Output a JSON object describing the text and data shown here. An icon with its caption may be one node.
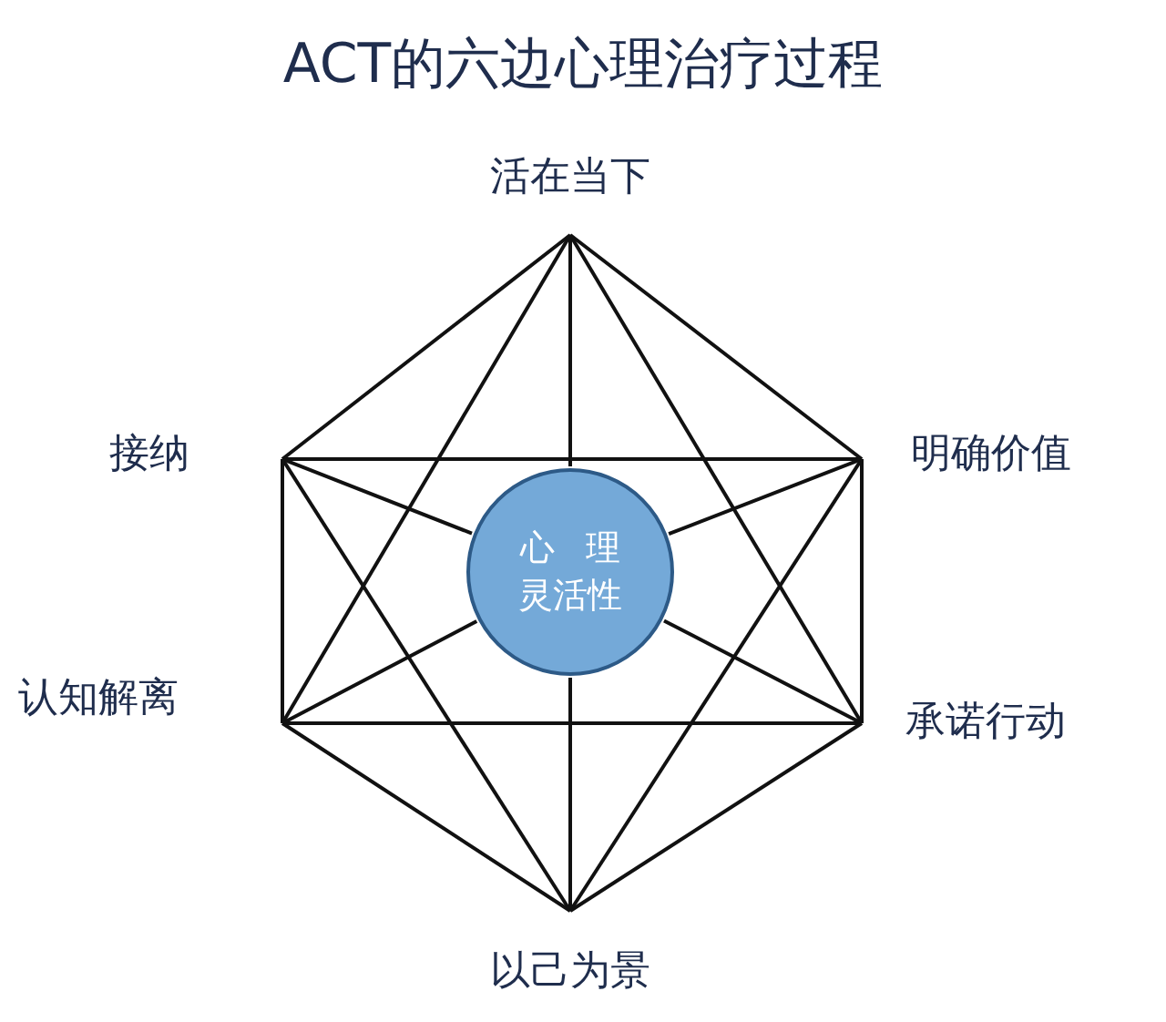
{
  "diagram": {
    "title": "ACT的六边心理治疗过程",
    "nodes": [
      {
        "text": [
          "活在当下"
        ]
      },
      {
        "text": [
          "接纳"
        ]
      },
      {
        "text": [
          "明确价值"
        ]
      },
      {
        "text": [
          "认知解离"
        ]
      },
      {
        "text": [
          "承诺行动"
        ]
      },
      {
        "text": [
          "以己为景"
        ]
      },
      {
        "text": [
          "心 理灵活性"
        ]
      }
    ],
    "edges": [
      {
        "from": 0,
        "to": 2,
        "arrow": "none"
      },
      {
        "from": 2,
        "to": 4,
        "arrow": "none"
      },
      {
        "from": 4,
        "to": 5,
        "arrow": "none"
      },
      {
        "from": 5,
        "to": 3,
        "arrow": "none"
      },
      {
        "from": 3,
        "to": 1,
        "arrow": "none"
      },
      {
        "from": 1,
        "to": 0,
        "arrow": "none"
      },
      {
        "from": 0,
        "to": 3,
        "arrow": "none"
      },
      {
        "from": 0,
        "to": 4,
        "arrow": "none"
      },
      {
        "from": 1,
        "to": 2,
        "arrow": "none"
      },
      {
        "from": 1,
        "to": 5,
        "arrow": "none"
      },
      {
        "from": 2,
        "to": 5,
        "arrow": "none"
      },
      {
        "from": 3,
        "to": 4,
        "arrow": "none"
      },
      {
        "from": 0,
        "to": 6,
        "arrow": "none"
      },
      {
        "from": 1,
        "to": 6,
        "arrow": "none"
      },
      {
        "from": 2,
        "to": 6,
        "arrow": "none"
      },
      {
        "from": 3,
        "to": 6,
        "arrow": "none"
      },
      {
        "from": 4,
        "to": 6,
        "arrow": "none"
      },
      {
        "from": 5,
        "to": 6,
        "arrow": "none"
      }
    ]
  }
}
